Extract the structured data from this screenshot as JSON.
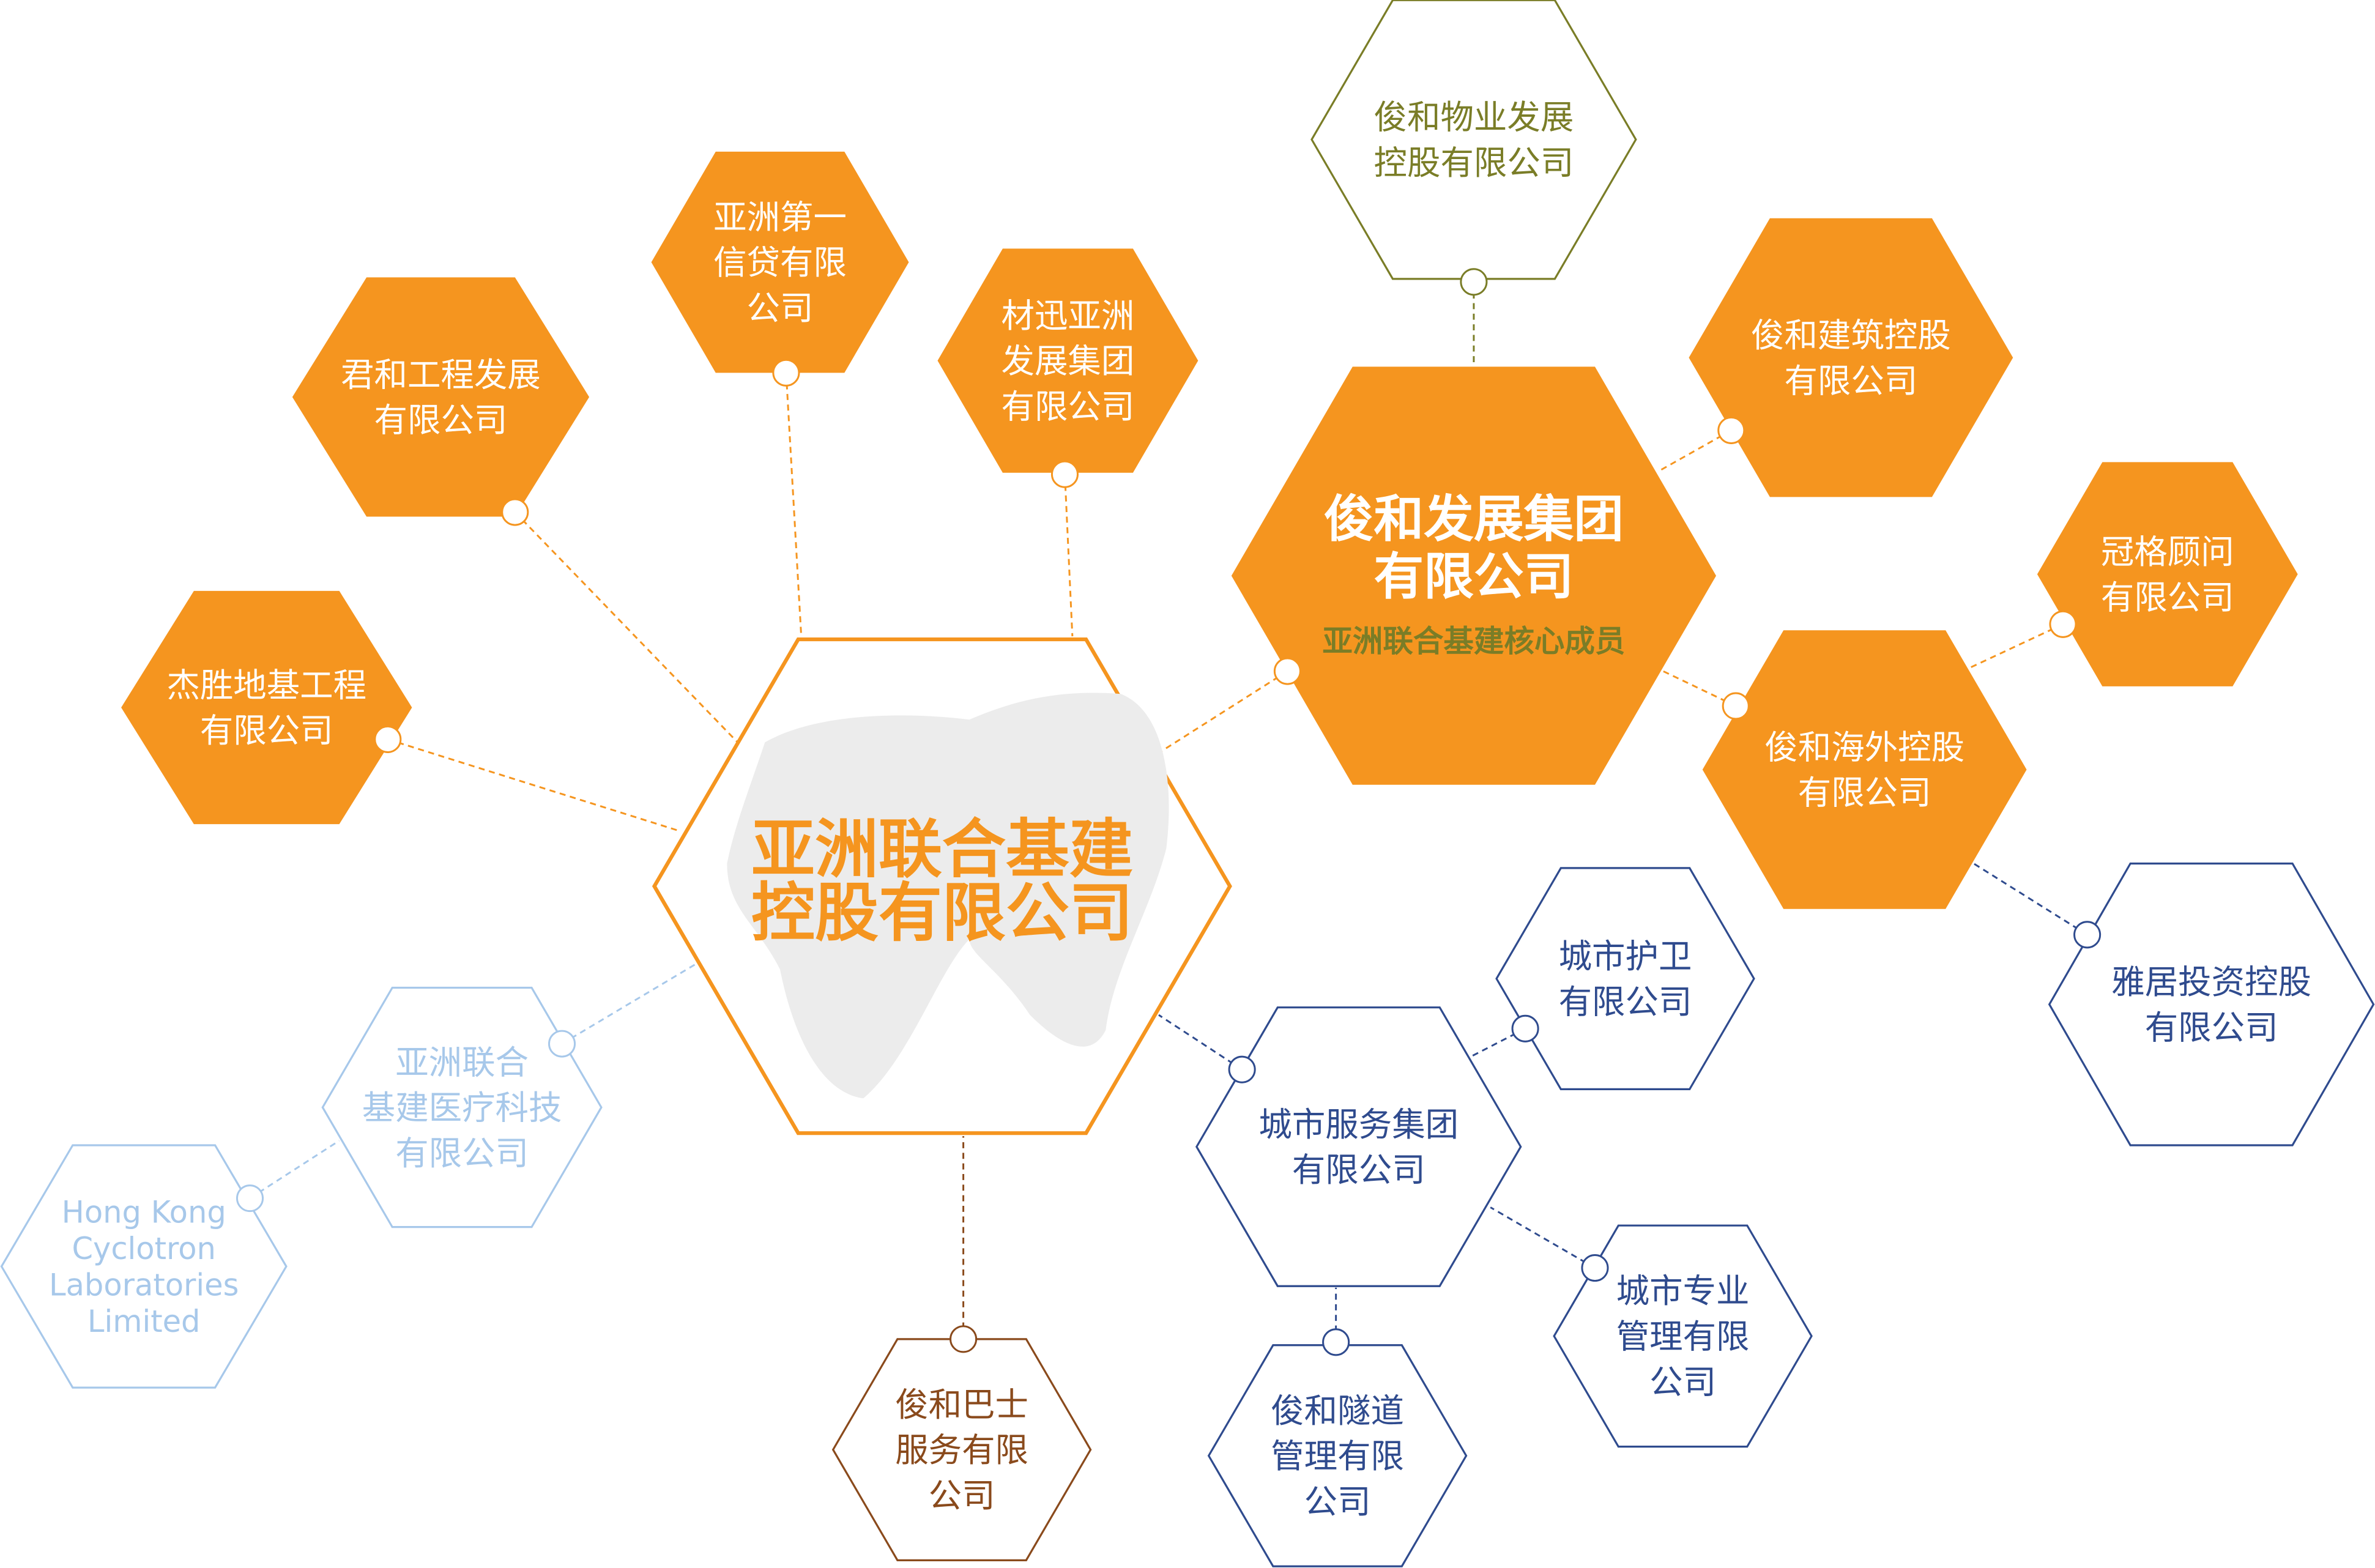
{
  "colors": {
    "orange": "#f5951f",
    "olive": "#7a7d27",
    "navy": "#2f4b8e",
    "brown": "#8a4a1c",
    "lightblue": "#a7c8ea",
    "map": "#ececec"
  },
  "main": {
    "lines": [
      "亚洲联合基建",
      "控股有限公司"
    ]
  },
  "group": {
    "lines": [
      "俊和发展集团",
      "有限公司"
    ],
    "subtitle": "亚洲联合基建核心成员"
  },
  "nodes": {
    "property": [
      "俊和物业发展",
      "控股有限公司"
    ],
    "construction": [
      "俊和建筑控股",
      "有限公司"
    ],
    "consult": [
      "冠格顾问",
      "有限公司"
    ],
    "overseas": [
      "俊和海外控股",
      "有限公司"
    ],
    "yaju": [
      "雅居投资控股",
      "有限公司"
    ],
    "guard": [
      "城市护卫",
      "有限公司"
    ],
    "cityservice": [
      "城市服务集团",
      "有限公司"
    ],
    "citymgmt": [
      "城市专业",
      "管理有限",
      "公司"
    ],
    "tunnel": [
      "俊和隧道",
      "管理有限",
      "公司"
    ],
    "bus": [
      "俊和巴士",
      "服务有限",
      "公司"
    ],
    "medical": [
      "亚洲联合",
      "基建医疗科技",
      "有限公司"
    ],
    "cyclotron": [
      "Hong Kong",
      "Cyclotron",
      "Laboratories",
      "Limited"
    ],
    "foundation": [
      "杰胜地基工程",
      "有限公司"
    ],
    "junhe": [
      "君和工程发展",
      "有限公司"
    ],
    "credit": [
      "亚洲第一",
      "信贷有限",
      "公司"
    ],
    "caixun": [
      "材迅亚洲",
      "发展集团",
      "有限公司"
    ]
  }
}
